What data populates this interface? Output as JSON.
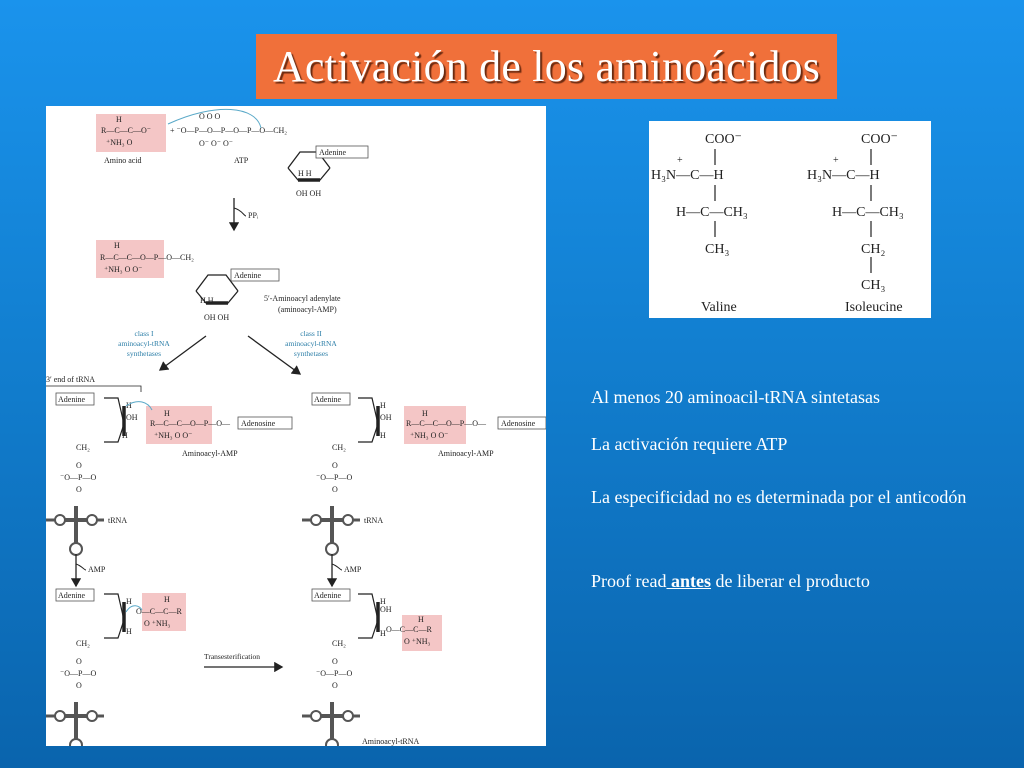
{
  "slide": {
    "title": "Activación de los aminoácidos"
  },
  "diagram": {
    "amino_acid_label": "Amino acid",
    "atp_label": "ATP",
    "adenine": "Adenine",
    "ppi": "PPᵢ",
    "aminoacyl_adenylate": "5′-Aminoacyl  adenylate",
    "aminoacyl_amp_paren": "(aminoacyl-AMP)",
    "class1": [
      "class I",
      "aminoacyl-tRNA",
      "synthetases"
    ],
    "class2": [
      "class II",
      "aminoacyl-tRNA",
      "synthetases"
    ],
    "trna_end": "3′ end of tRNA",
    "aminoacyl_amp": "Aminoacyl-AMP",
    "adenosine": "Adenosine",
    "trna": "tRNA",
    "amp": "AMP",
    "transesterification": "Transesterification",
    "aminoacyl_trna": "Aminoacyl-tRNA",
    "colors": {
      "highlight": "#f4c6c6",
      "arrow_class": "#2d7fa8"
    }
  },
  "structures": {
    "valine": "Valine",
    "isoleucine": "Isoleucine"
  },
  "bullets": {
    "b1": "Al menos 20 aminoacil-tRNA sintetasas",
    "b2": "La activación requiere ATP",
    "b3": "La especificidad no es determinada por el anticodón",
    "b4_pre": "Proof read",
    "b4_em": " antes",
    "b4_post": " de liberar el producto"
  }
}
